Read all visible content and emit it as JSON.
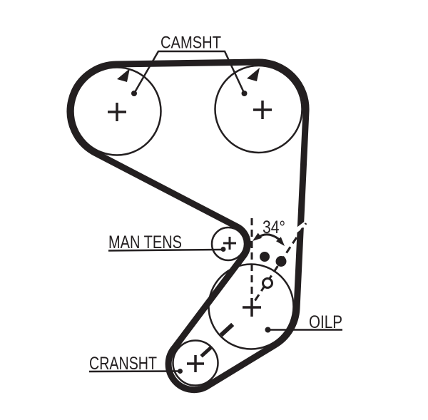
{
  "diagram": {
    "type": "timing-belt-routing",
    "background_color": "#ffffff",
    "line_color": "#231f20",
    "labels": {
      "camshaft": "CAMSHT",
      "manual_tensioner": "MAN TENS",
      "oil_pump": "OILP",
      "crankshaft": "CRANSHT"
    },
    "annotations": {
      "angle_value": "34°"
    },
    "pulleys": [
      {
        "name": "camshaft-left-pulley",
        "label": "CAMSHT",
        "markers": [
          "rotation-arrow",
          "timing-dot",
          "center-cross"
        ]
      },
      {
        "name": "camshaft-right-pulley",
        "label": "CAMSHT",
        "markers": [
          "rotation-arrow",
          "timing-dot",
          "center-cross"
        ]
      },
      {
        "name": "manual-tensioner-pulley",
        "label": "MAN TENS",
        "markers": [
          "center-cross"
        ]
      },
      {
        "name": "oil-pump-pulley",
        "label": "OILP",
        "markers": [
          "center-cross",
          "timing-tick",
          "alignment-hole",
          "datum-dots"
        ]
      },
      {
        "name": "crankshaft-pulley",
        "label": "CRANSHT",
        "markers": [
          "center-cross",
          "timing-tick"
        ]
      }
    ]
  }
}
